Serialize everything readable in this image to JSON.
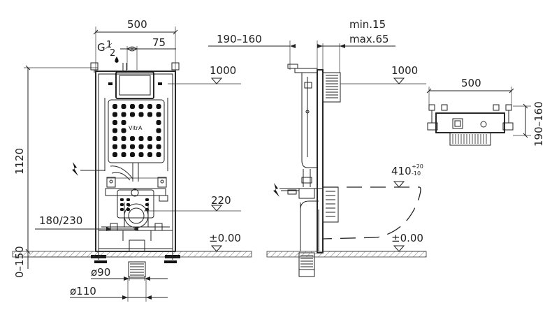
{
  "labels": {
    "front_width": "500",
    "front_supply_thread_main": "G",
    "front_supply_thread_frac_num": "1",
    "front_supply_thread_frac_den": "2",
    "front_supply_offset": "75",
    "front_height": "1120",
    "front_floor_range": "0–150",
    "front_ref_1000": "1000",
    "front_ref_220": "220",
    "front_ref_zero": "±0.00",
    "front_bolt_spacing": "180/230",
    "front_pipe_d90": "ø90",
    "front_pipe_d110": "ø110",
    "brand_logo": "VitrA",
    "side_wall_depth": "190–160",
    "side_min": "min.15",
    "side_max": "max.65",
    "side_ref_1000": "1000",
    "side_bowl_height": "410",
    "side_bowl_tol_plus": "+20",
    "side_bowl_tol_minus": "-10",
    "side_ref_zero": "±0.00",
    "top_width": "500",
    "top_depth": "190–160"
  },
  "colors": {
    "line": "#222222",
    "background": "#ffffff"
  },
  "icons": [
    "electric-bolt-icon",
    "water-drop-icon"
  ]
}
